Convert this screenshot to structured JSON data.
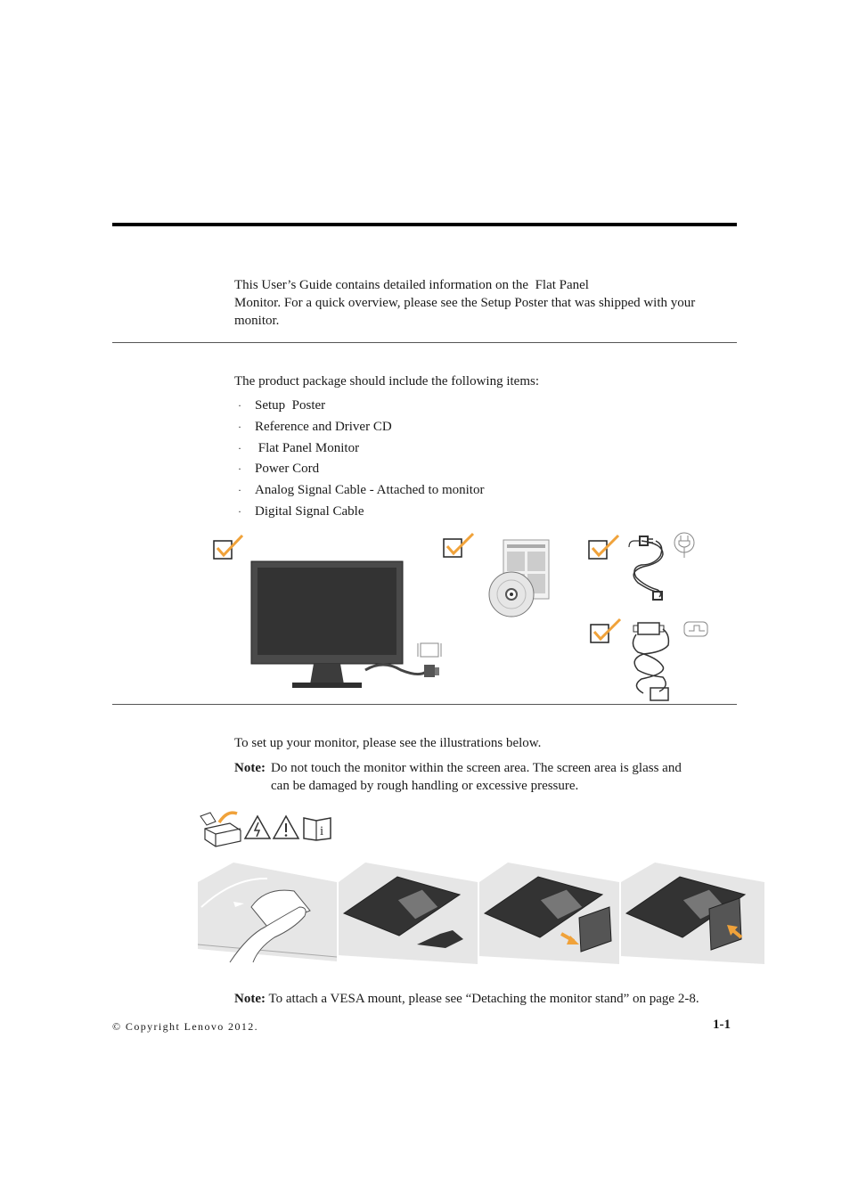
{
  "intro": {
    "line1": "This User’s Guide contains detailed information on the  Flat Panel",
    "line2": "Monitor. For a quick overview, please see the Setup Poster that was shipped with your",
    "line3": "monitor."
  },
  "package": {
    "intro": "The product package should include the following items:",
    "bullet": "·",
    "items": [
      "Setup  Poster",
      "Reference and Driver CD",
      " Flat Panel Monitor",
      "Power Cord",
      "Analog Signal Cable - Attached to monitor",
      "Digital Signal Cable"
    ]
  },
  "setup": {
    "intro": "To set up your monitor, please see the illustrations below.",
    "note_label": "Note:",
    "note_line1": "Do not touch the monitor within the screen area. The screen area is glass and",
    "note_line2": "can be damaged by rough handling or excessive pressure."
  },
  "vesa_note": {
    "label": "Note:",
    "text": "To attach a VESA mount, please see “Detaching the monitor stand” on page 2-8."
  },
  "footer": {
    "copyright": "© Copyright Lenovo 2012.",
    "page": "1-1"
  },
  "icons": [
    "checkmark-icon",
    "monitor-icon",
    "cd-icon",
    "poster-icon",
    "power-cord-icon",
    "plug-symbol-icon",
    "signal-cable-icon",
    "dvi-symbol-icon",
    "vga-symbol-icon",
    "box-unpack-icon",
    "electric-hazard-icon",
    "warning-icon",
    "info-book-icon"
  ],
  "colors": {
    "accent": "#f0a23a",
    "text": "#1a1a1a",
    "rule": "#000000"
  }
}
